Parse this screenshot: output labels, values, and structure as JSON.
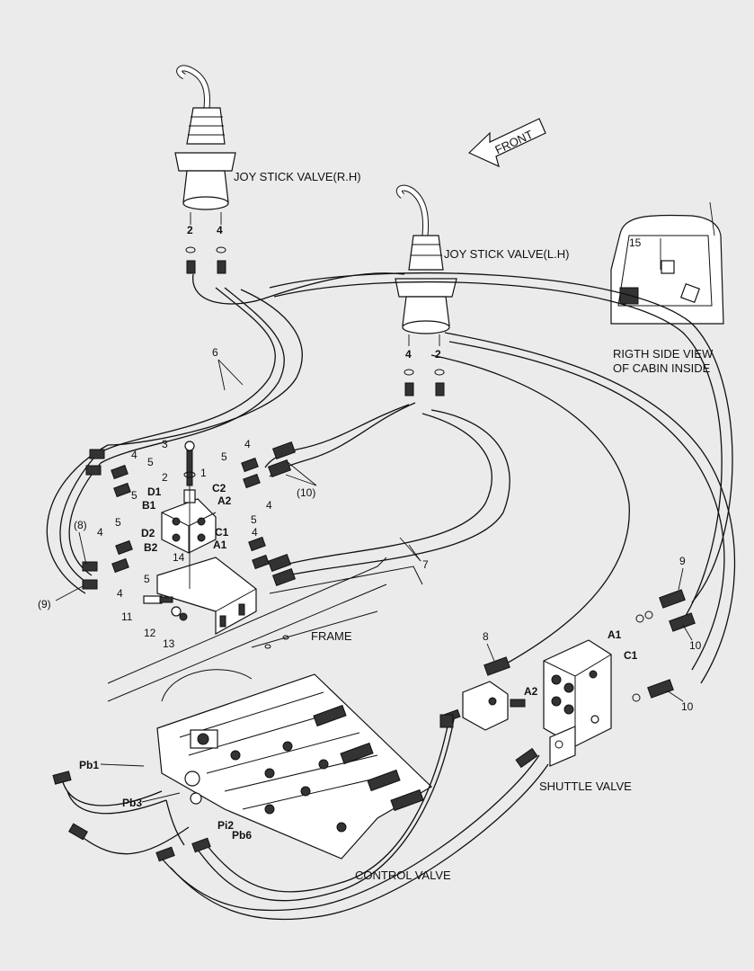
{
  "labels": {
    "front": "FRONT",
    "joystick_rh": "JOY STICK VALVE(R.H)",
    "joystick_lh": "JOY STICK VALVE(L.H)",
    "cabin_view_line1": "RIGTH SIDE VIEW",
    "cabin_view_line2": "OF CABIN INSIDE",
    "frame": "FRAME",
    "shuttle_valve": "SHUTTLE VALVE",
    "control_valve": "CONTROL VALVE"
  },
  "callouts": {
    "c15": "15",
    "rh_port_2": "2",
    "rh_port_4": "4",
    "lh_port_4": "4",
    "lh_port_2": "2",
    "c6": "6",
    "c7": "7",
    "c3": "3",
    "c2": "2",
    "c1": "1",
    "c4a": "4",
    "c5a": "5",
    "c4b": "4",
    "c5b": "5",
    "c4c": "4",
    "c5c": "5",
    "c4d": "4",
    "c5d": "5",
    "c5e": "5",
    "c5f": "5",
    "c4e": "4",
    "c4f": "4",
    "c4g": "4",
    "c5g": "5",
    "c10a": "(10)",
    "c8a": "(8)",
    "c9a": "(9)",
    "c14": "14",
    "c11": "11",
    "c12": "12",
    "c13": "13",
    "c9b": "9",
    "c8b": "8",
    "c10b": "10",
    "c10c": "10"
  },
  "ports": {
    "D1": "D1",
    "B1": "B1",
    "C2": "C2",
    "A2": "A2",
    "D2": "D2",
    "C1": "C1",
    "B2": "B2",
    "A1": "A1",
    "sv_A1": "A1",
    "sv_C1": "C1",
    "sv_A2": "A2",
    "Pb1": "Pb1",
    "Pb3": "Pb3",
    "Pi2": "Pi2",
    "Pb6": "Pb6"
  }
}
